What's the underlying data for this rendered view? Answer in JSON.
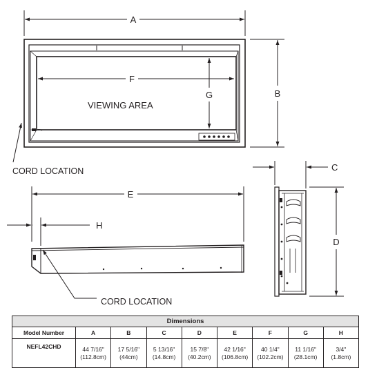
{
  "labels": {
    "A": "A",
    "B": "B",
    "C": "C",
    "D": "D",
    "E": "E",
    "F": "F",
    "G": "G",
    "H": "H",
    "viewing_area": "VIEWING AREA",
    "cord_location_1": "CORD LOCATION",
    "cord_location_2": "CORD LOCATION"
  },
  "table": {
    "title": "Dimensions",
    "headers": [
      "Model Number",
      "A",
      "B",
      "C",
      "D",
      "E",
      "F",
      "G",
      "H"
    ],
    "row": {
      "model": "NEFL42CHD",
      "values": [
        {
          "imperial": "44 7/16\"",
          "metric": "(112.8cm)"
        },
        {
          "imperial": "17 5/16\"",
          "metric": "(44cm)"
        },
        {
          "imperial": "5 13/16\"",
          "metric": "(14.8cm)"
        },
        {
          "imperial": "15 7/8\"",
          "metric": "(40.2cm)"
        },
        {
          "imperial": "42 1/16\"",
          "metric": "(106.8cm)"
        },
        {
          "imperial": "40 1/4\"",
          "metric": "(102.2cm)"
        },
        {
          "imperial": "11 1/16\"",
          "metric": "(28.1cm)"
        },
        {
          "imperial": "3/4\"",
          "metric": "(1.8cm)"
        }
      ]
    }
  }
}
